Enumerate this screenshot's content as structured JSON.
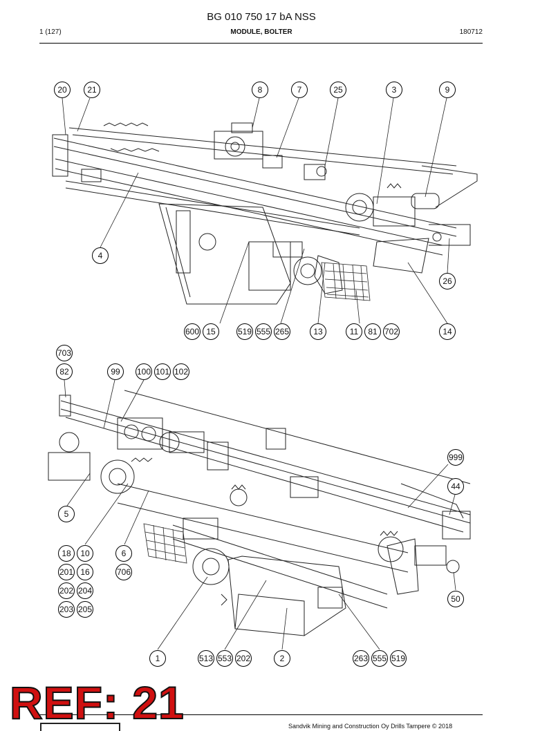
{
  "header": {
    "doc_number": "BG 010 750 17 bA NSS",
    "page": "1 (127)",
    "module": "MODULE, BOLTER",
    "date": "180712"
  },
  "footer": {
    "text": "Sandvik Mining and Construction Oy Drills Tampere © 2018"
  },
  "stamp": {
    "text": "REF: 21",
    "color": "#d01010"
  },
  "upper_callouts": [
    "20",
    "21",
    "8",
    "7",
    "25",
    "3",
    "9",
    "4",
    "26",
    "600",
    "15",
    "519",
    "555",
    "265",
    "13",
    "11",
    "81",
    "702",
    "14"
  ],
  "lower_callouts": [
    "703",
    "82",
    "99",
    "100",
    "101",
    "102",
    "999",
    "44",
    "5",
    "18",
    "10",
    "6",
    "201",
    "16",
    "706",
    "202",
    "204",
    "203",
    "205",
    "50",
    "1",
    "513",
    "553",
    "202",
    "2",
    "263",
    "555",
    "519"
  ]
}
